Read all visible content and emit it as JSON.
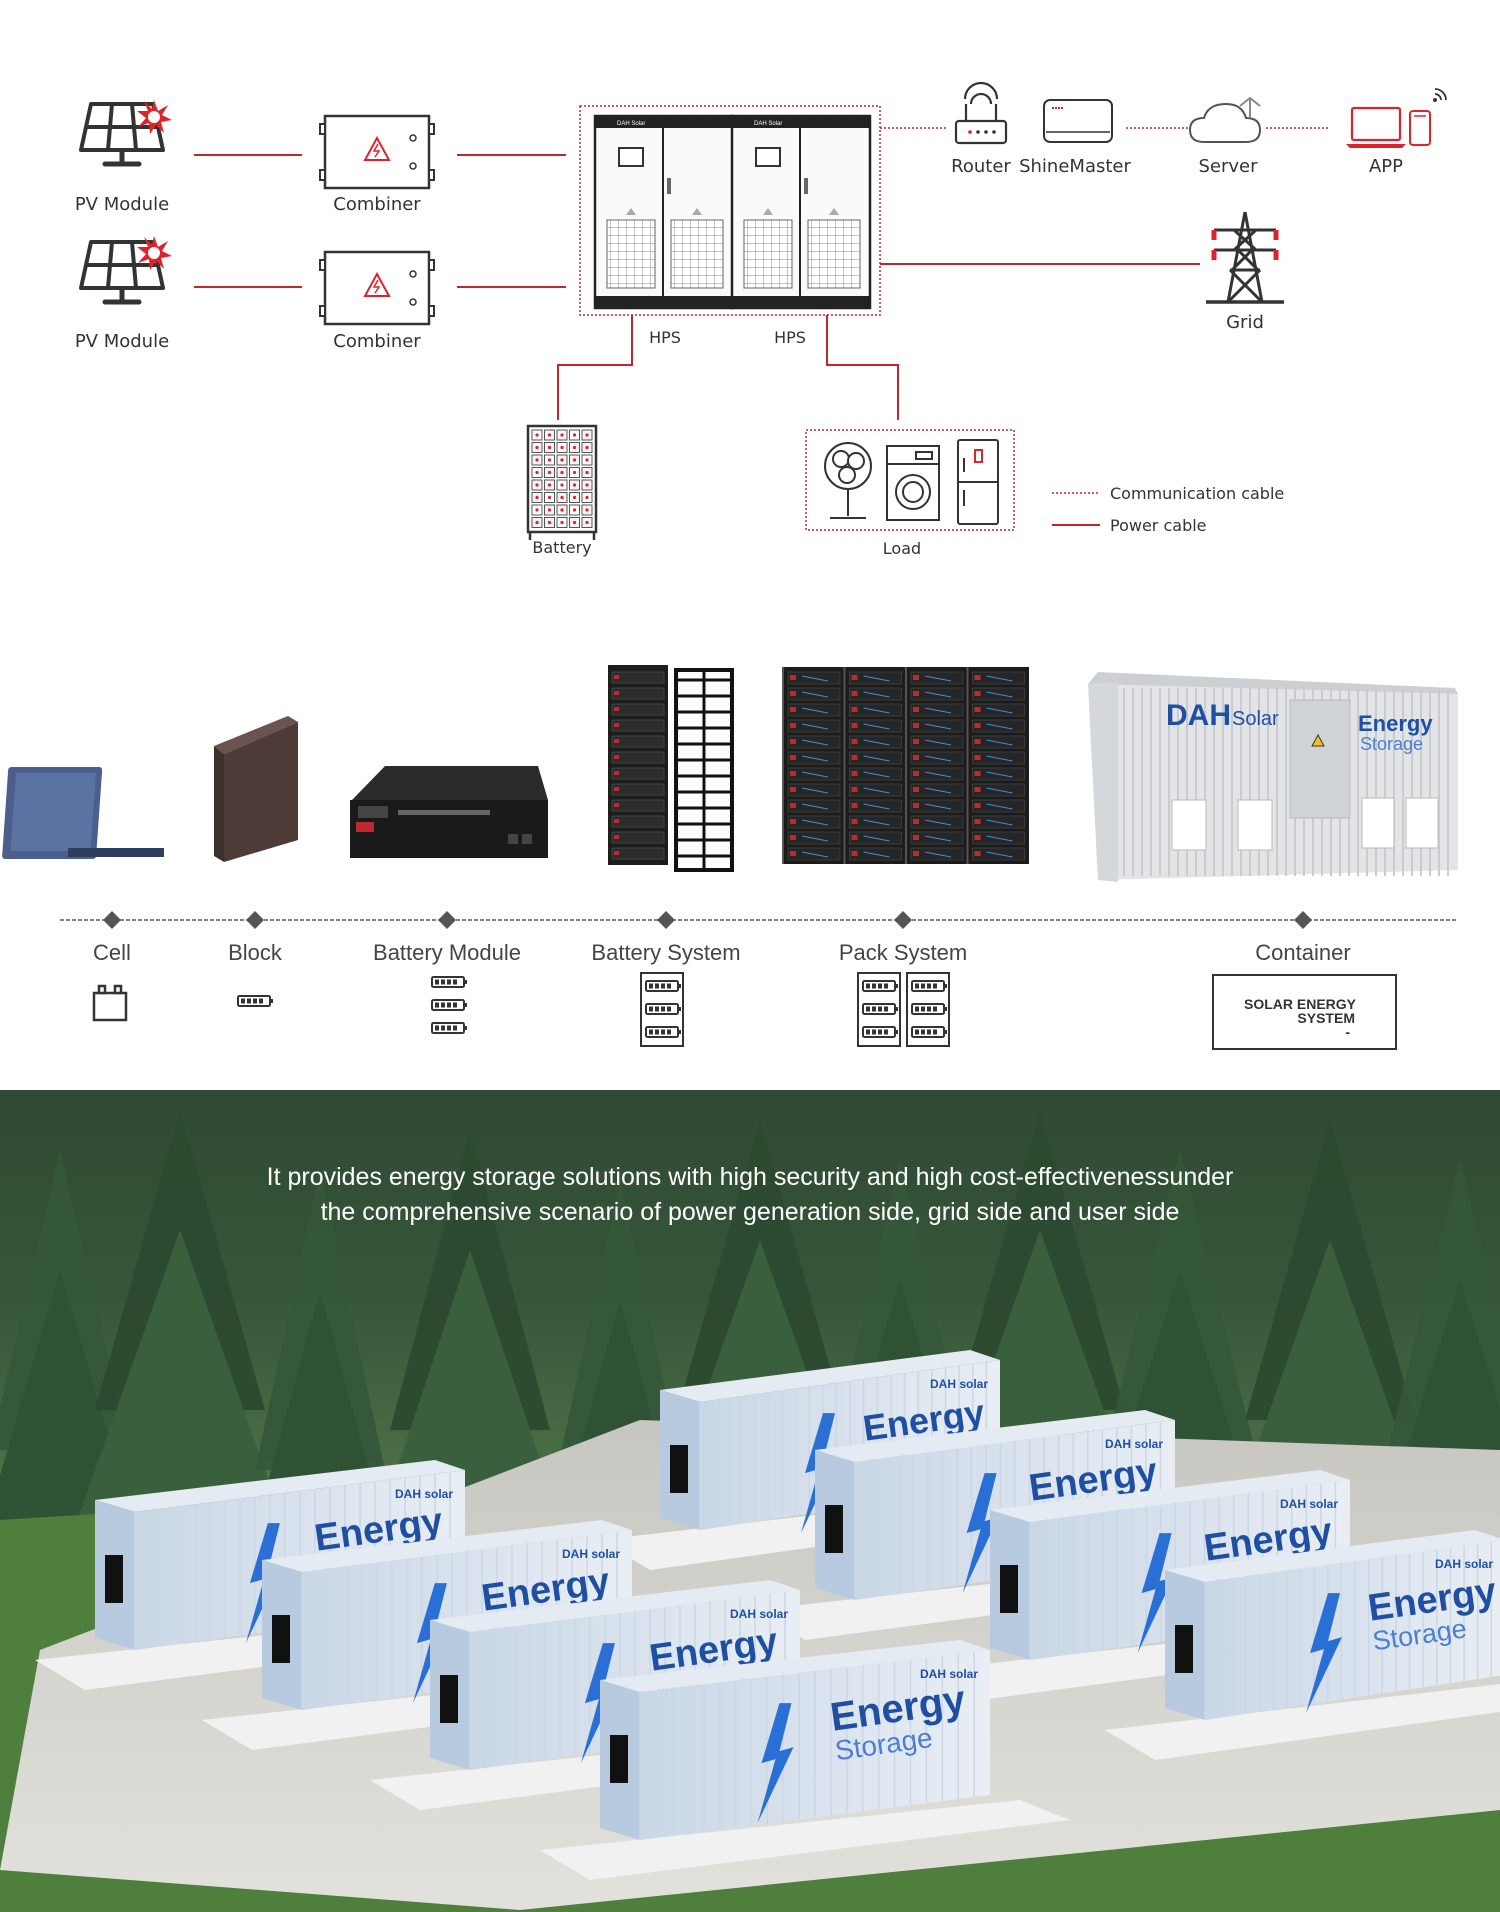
{
  "colors": {
    "power": "#c0282d",
    "comm": "#c0282d",
    "alert": "#e0222a",
    "line": "#333333",
    "brand": "#1f4fa3",
    "bolt": "#2a6fd6"
  },
  "topology": {
    "pv1": "PV Module",
    "pv2": "PV Module",
    "combiner1": "Combiner",
    "combiner2": "Combiner",
    "hps1": "HPS",
    "hps2": "HPS",
    "router": "Router",
    "shinemaster": "ShineMaster",
    "server": "Server",
    "app": "APP",
    "grid": "Grid",
    "battery": "Battery",
    "load": "Load",
    "legend": {
      "comm": "Communication cable",
      "power": "Power cable"
    }
  },
  "brand": {
    "logo": "DAH",
    "logo_suffix": "Solar",
    "product_line1": "Energy",
    "product_line2": "Storage"
  },
  "stages": [
    "Cell",
    "Block",
    "Battery Module",
    "Battery System",
    "Pack System",
    "Container"
  ],
  "system_box": {
    "line1": "SOLAR ENERGY",
    "line2": "SYSTEM",
    "dash": "-"
  },
  "caption": "It provides energy storage solutions with high security and high cost-effectivenessunder the comprehensive scenario of power generation side, grid side and user side",
  "container_text": {
    "energy": "Energy",
    "storage": "Storage",
    "logo": "DAH solar"
  },
  "icons": [
    "solar-panel-icon",
    "alert-burst-icon",
    "combiner-box-icon",
    "warning-triangle-icon",
    "router-icon",
    "shinemaster-icon",
    "cloud-upload-icon",
    "laptop-icon",
    "phone-icon",
    "wifi-icon",
    "pylon-icon",
    "battery-rack-icon",
    "fan-icon",
    "washer-icon",
    "fridge-icon",
    "battery-icon"
  ]
}
